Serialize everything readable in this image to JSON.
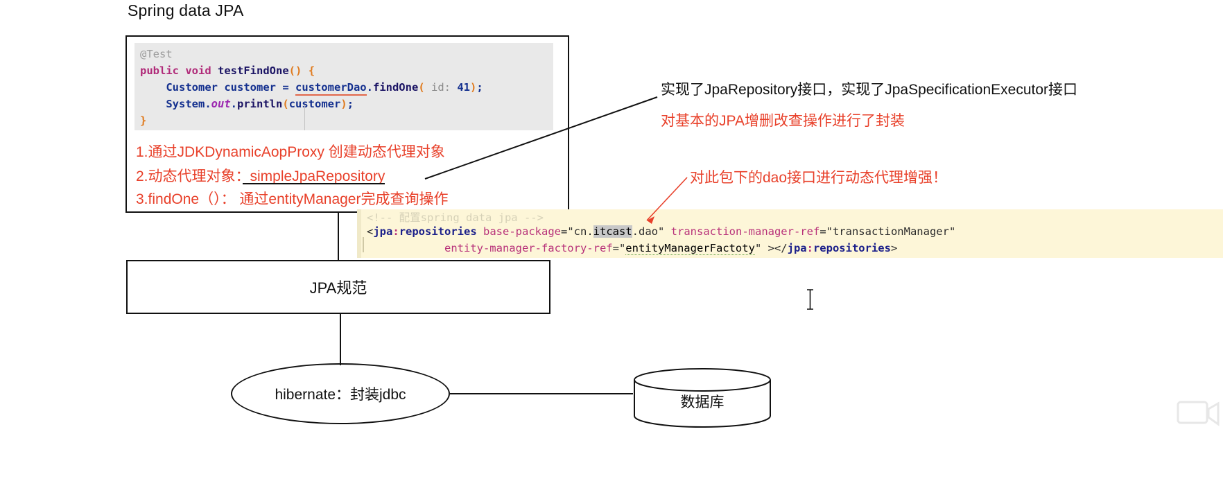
{
  "title": "Spring data JPA",
  "code_block": {
    "language": "java",
    "lines": [
      {
        "tokens": [
          {
            "t": "@Test",
            "c": "anno"
          }
        ]
      },
      {
        "tokens": [
          {
            "t": "public",
            "c": "kw"
          },
          {
            "t": " ",
            "c": "plain"
          },
          {
            "t": "void",
            "c": "kw"
          },
          {
            "t": " ",
            "c": "plain"
          },
          {
            "t": "testFindOne",
            "c": "method"
          },
          {
            "t": "()",
            "c": "paren"
          },
          {
            "t": " ",
            "c": "plain"
          },
          {
            "t": "{",
            "c": "brace"
          }
        ]
      },
      {
        "tokens": [
          {
            "t": "    ",
            "c": "plain"
          },
          {
            "t": "Customer",
            "c": "type"
          },
          {
            "t": " ",
            "c": "plain"
          },
          {
            "t": "customer",
            "c": "ident"
          },
          {
            "t": " = ",
            "c": "plain"
          },
          {
            "t": "customerDao",
            "c": "underline-red"
          },
          {
            "t": ".",
            "c": "plain"
          },
          {
            "t": "findOne",
            "c": "method"
          },
          {
            "t": "(",
            "c": "paren"
          },
          {
            "t": " id:",
            "c": "param"
          },
          {
            "t": " ",
            "c": "plain"
          },
          {
            "t": "41",
            "c": "num"
          },
          {
            "t": ")",
            "c": "paren"
          },
          {
            "t": ";",
            "c": "plain"
          }
        ]
      },
      {
        "tokens": [
          {
            "t": "    ",
            "c": "plain"
          },
          {
            "t": "System",
            "c": "type"
          },
          {
            "t": ".",
            "c": "plain"
          },
          {
            "t": "out",
            "c": "static"
          },
          {
            "t": ".",
            "c": "plain"
          },
          {
            "t": "println",
            "c": "method"
          },
          {
            "t": "(",
            "c": "paren"
          },
          {
            "t": "customer",
            "c": "ident"
          },
          {
            "t": ")",
            "c": "paren"
          },
          {
            "t": ";",
            "c": "plain"
          }
        ]
      },
      {
        "tokens": [
          {
            "t": "}",
            "c": "brace"
          }
        ]
      }
    ]
  },
  "panel_notes": {
    "note_1": "1.通过JDKDynamicAopProxy 创建动态代理对象",
    "note_2": "2.动态代理对象：simpleJpaRepository",
    "note_3": "3.findOne（）：  通过entityManager完成查询操作"
  },
  "annotations": {
    "black_note": "实现了JpaRepository接口，实现了JpaSpecificationExecutor接口",
    "red_note_1": "对基本的JPA增删改查操作进行了封装",
    "red_note_2": "对此包下的dao接口进行动态代理增强！"
  },
  "xml_code": {
    "ghost_line": "<!-- 配置spring data jpa -->",
    "line_1": [
      {
        "t": "<",
        "c": "bracket"
      },
      {
        "t": "jpa",
        "c": "tag"
      },
      {
        "t": ":",
        "c": "ns"
      },
      {
        "t": "repositories",
        "c": "tag"
      },
      {
        "t": " ",
        "c": "val"
      },
      {
        "t": "base-package",
        "c": "attr"
      },
      {
        "t": "=\"cn.",
        "c": "val"
      },
      {
        "t": "itcast",
        "c": "sel"
      },
      {
        "t": ".dao\" ",
        "c": "val"
      },
      {
        "t": "transaction-manager-ref",
        "c": "attr"
      },
      {
        "t": "=\"transactionManager\"",
        "c": "val"
      }
    ],
    "line_2": [
      {
        "t": "            ",
        "c": "val"
      },
      {
        "t": "entity-manager-factory-ref",
        "c": "attr"
      },
      {
        "t": "=\"",
        "c": "val"
      },
      {
        "t": "entityManagerFactoty",
        "c": "spell"
      },
      {
        "t": "\" ></",
        "c": "val"
      },
      {
        "t": "jpa",
        "c": "tag"
      },
      {
        "t": ":",
        "c": "ns"
      },
      {
        "t": "repositories",
        "c": "tag"
      },
      {
        "t": ">",
        "c": "bracket"
      }
    ]
  },
  "shapes": {
    "jpa_spec_label": "JPA规范",
    "hibernate_label": "hibernate：封装jdbc",
    "database_label": "数据库"
  },
  "colors": {
    "red_annotation": "#e8402a",
    "code_bg": "#e9e9e9",
    "xml_bg": "#fdf6d8",
    "stroke": "#111111"
  }
}
